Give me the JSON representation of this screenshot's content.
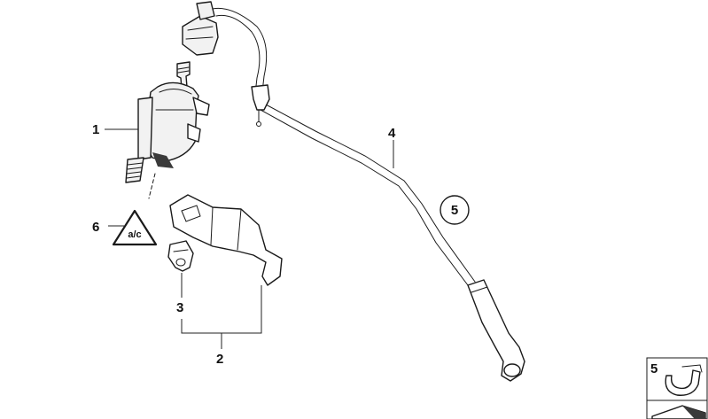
{
  "callouts": {
    "c1": "1",
    "c2": "2",
    "c3": "3",
    "c4": "4",
    "c5": "5",
    "c6": "6",
    "box_label": "5"
  },
  "icons": {
    "triangle_label": "a/c",
    "warning": "warning-triangle-icon"
  },
  "colors": {
    "line": "#1a1a1a",
    "fill": "#f2f2f2",
    "background": "#ffffff"
  }
}
